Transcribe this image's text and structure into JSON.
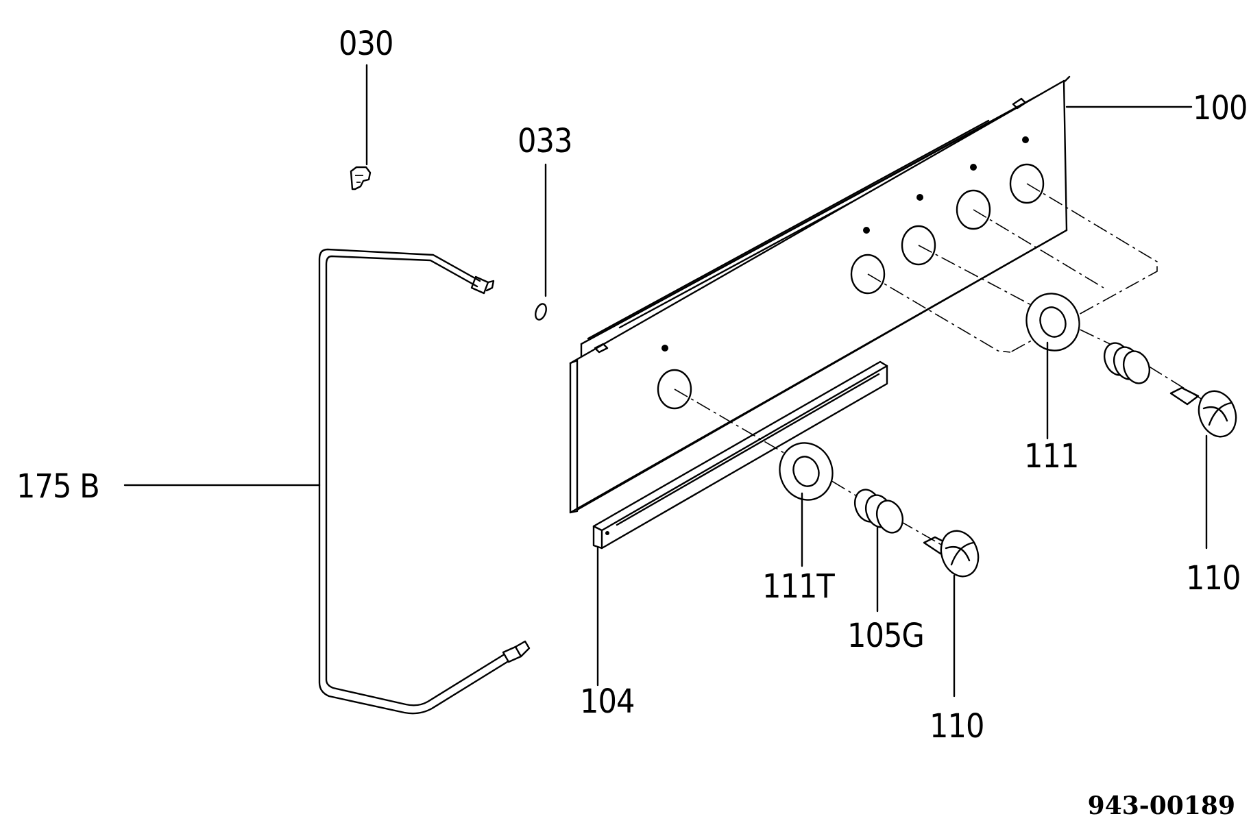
{
  "labels": {
    "p030": "030",
    "p033": "033",
    "p100": "100",
    "p175b": "175 B",
    "p111": "111",
    "p110_right": "110",
    "p111t": "111T",
    "p105g": "105G",
    "p104": "104",
    "p110_bottom": "110"
  },
  "document_number": "943-00189"
}
